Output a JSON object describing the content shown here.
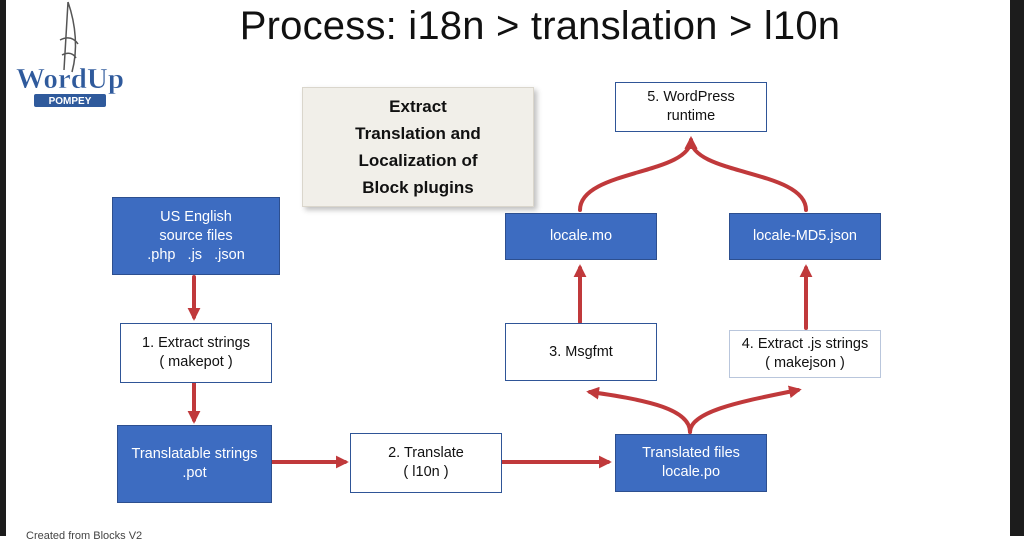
{
  "title": "Process: i18n > translation > l10n",
  "logo": {
    "word": "WordUp",
    "sub": "POMPEY"
  },
  "callout": {
    "lines": [
      "Extract",
      "Translation and",
      "Localization of",
      "Block plugins"
    ]
  },
  "nodes": {
    "source": {
      "lines": [
        "US English",
        "source files",
        ".php   .js   .json"
      ]
    },
    "extract": {
      "lines": [
        "1. Extract strings",
        "( makepot )"
      ]
    },
    "pot": {
      "lines": [
        "Translatable strings",
        ".pot"
      ]
    },
    "translate": {
      "lines": [
        "2. Translate",
        "( l10n )"
      ]
    },
    "po": {
      "lines": [
        "Translated files",
        "locale.po"
      ]
    },
    "msgfmt": {
      "lines": [
        "3. Msgfmt"
      ]
    },
    "makejson": {
      "lines": [
        "4. Extract .js strings",
        "( makejson )"
      ]
    },
    "mo": {
      "lines": [
        "locale.mo"
      ]
    },
    "json": {
      "lines": [
        "locale-MD5.json"
      ]
    },
    "runtime": {
      "lines": [
        "5. WordPress",
        "runtime"
      ]
    }
  },
  "footer": "Created from Blocks V2",
  "colors": {
    "box_blue": "#3d6cc1",
    "arrow": "#c0393b",
    "box_border": "#2f5597",
    "callout_bg": "#f1efe9"
  }
}
